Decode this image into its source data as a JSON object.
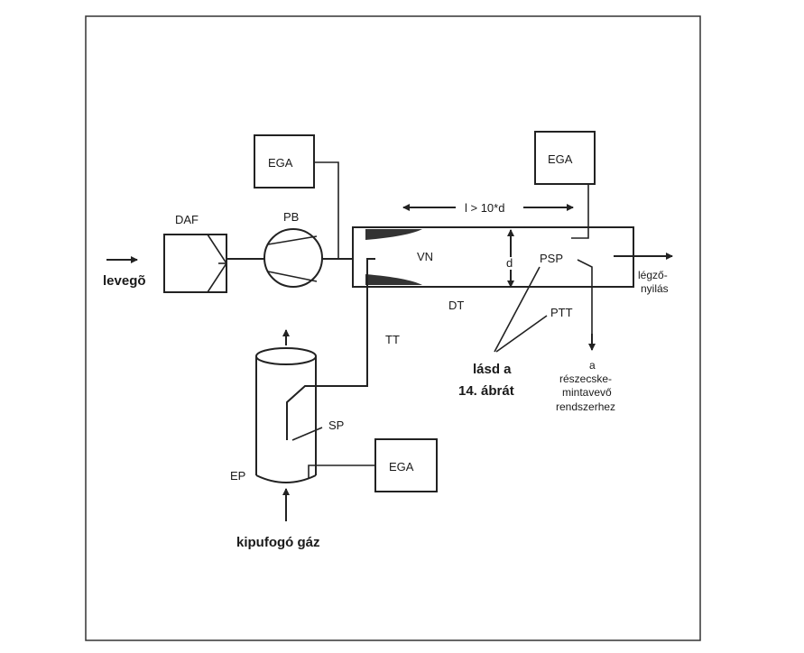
{
  "labels": {
    "ega": "EGA",
    "daf": "DAF",
    "pb": "PB",
    "vn": "VN",
    "d": "d",
    "dt": "DT",
    "psp": "PSP",
    "ptt": "PTT",
    "tt": "TT",
    "sp": "SP",
    "ep": "EP",
    "length_condition": "l > 10*d",
    "air_inlet": "levegõ",
    "exhaust_gas": "kipufogó gáz",
    "vent_line1": "légző-",
    "vent_line2": "nyilás",
    "see_fig_line1": "lásd a",
    "see_fig_line2": "14. ábrát",
    "particle_line1": "a",
    "particle_line2": "részecske-",
    "particle_line3": "mintavevő",
    "particle_line4": "rendszerhez"
  }
}
